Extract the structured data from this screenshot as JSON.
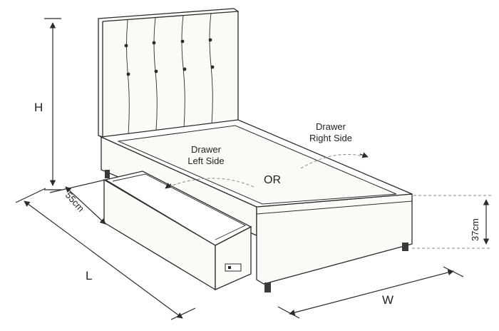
{
  "labels": {
    "height": "H",
    "length": "L",
    "width": "W",
    "drawer_depth": "55cm",
    "base_height": "37cm",
    "drawer_left_line1": "Drawer",
    "drawer_left_line2": "Left Side",
    "drawer_right_line1": "Drawer",
    "drawer_right_line2": "Right Side",
    "or": "OR"
  },
  "colors": {
    "stroke": "#2b2b2b",
    "fill": "#ffffff",
    "panel_fill": "#fbfaf6",
    "dashed": "#888888"
  }
}
